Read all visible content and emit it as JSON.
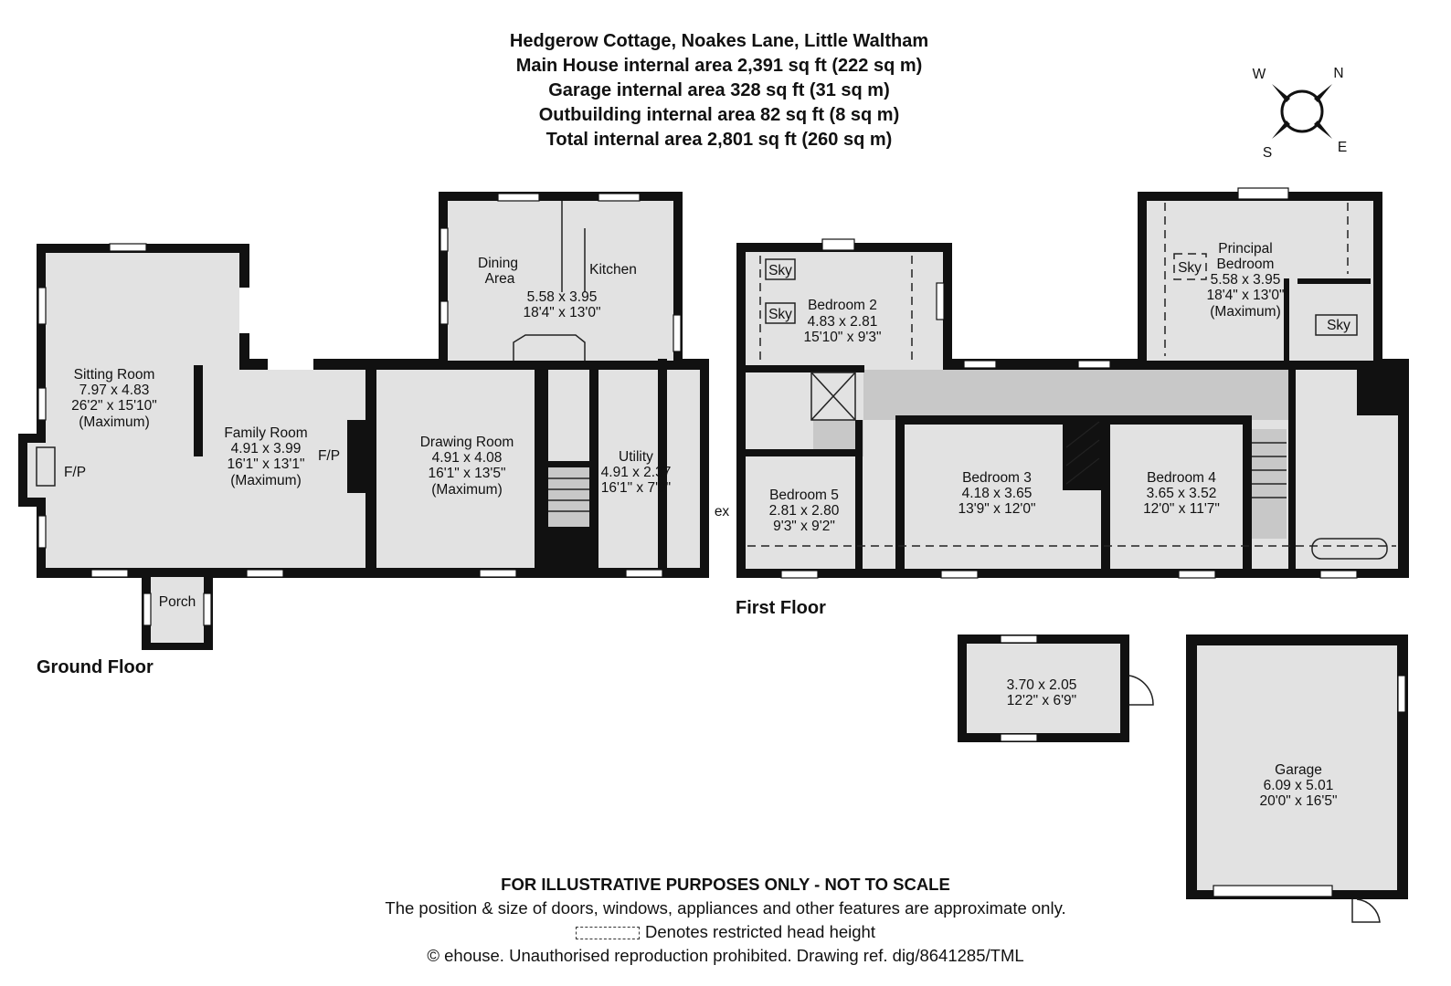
{
  "header": {
    "address": "Hedgerow Cottage, Noakes Lane, Little Waltham",
    "main_house_area": "Main House internal area 2,391 sq ft (222 sq m)",
    "garage_area": "Garage internal area 328 sq ft (31 sq m)",
    "outbuilding_area": "Outbuilding internal area 82 sq ft (8 sq m)",
    "total_area": "Total internal area 2,801 sq ft (260 sq m)"
  },
  "compass": {
    "w": "W",
    "n": "N",
    "s": "S",
    "e": "E"
  },
  "ground_floor": {
    "label": "Ground Floor",
    "rooms": {
      "sitting": [
        "Sitting Room",
        "7.97 x 4.83",
        "26'2\" x 15'10\"",
        "(Maximum)"
      ],
      "family": [
        "Family Room",
        "4.91 x 3.99",
        "16'1\" x 13'1\"",
        "(Maximum)"
      ],
      "drawing": [
        "Drawing Room",
        "4.91 x 4.08",
        "16'1\" x 13'5\"",
        "(Maximum)"
      ],
      "dining": [
        "Dining",
        "Area"
      ],
      "kitchen": [
        "Kitchen",
        "5.58 x 3.95",
        "18'4\" x 13'0\""
      ],
      "utility": [
        "Utility",
        "4.91 x 2.37",
        "16'1\" x 7'9\""
      ],
      "porch": "Porch",
      "fp1": "F/P",
      "fp2": "F/P",
      "stray": "ex"
    }
  },
  "first_floor": {
    "label": "First Floor",
    "rooms": {
      "bed2": [
        "Bedroom 2",
        "4.83 x 2.81",
        "15'10\" x 9'3\""
      ],
      "principal": [
        "Principal",
        "Bedroom",
        "5.58 x 3.95",
        "18'4\" x 13'0\"",
        "(Maximum)"
      ],
      "bed3": [
        "Bedroom 3",
        "4.18 x 3.65",
        "13'9\" x 12'0\""
      ],
      "bed4": [
        "Bedroom 4",
        "3.65 x 3.52",
        "12'0\" x 11'7\""
      ],
      "bed5": [
        "Bedroom 5",
        "2.81 x 2.80",
        "9'3\" x 9'2\""
      ],
      "sky": "Sky"
    }
  },
  "outbuilding": [
    "3.70 x 2.05",
    "12'2\" x 6'9\""
  ],
  "garage": [
    "Garage",
    "6.09 x 5.01",
    "20'0\" x 16'5\""
  ],
  "footer": {
    "disclaimer": "FOR ILLUSTRATIVE PURPOSES ONLY - NOT TO SCALE",
    "note": "The position & size of doors, windows, appliances and other features are approximate only.",
    "legend": "Denotes restricted head height",
    "copyright": "© ehouse. Unauthorised reproduction prohibited. Drawing ref. dig/8641285/TML"
  }
}
